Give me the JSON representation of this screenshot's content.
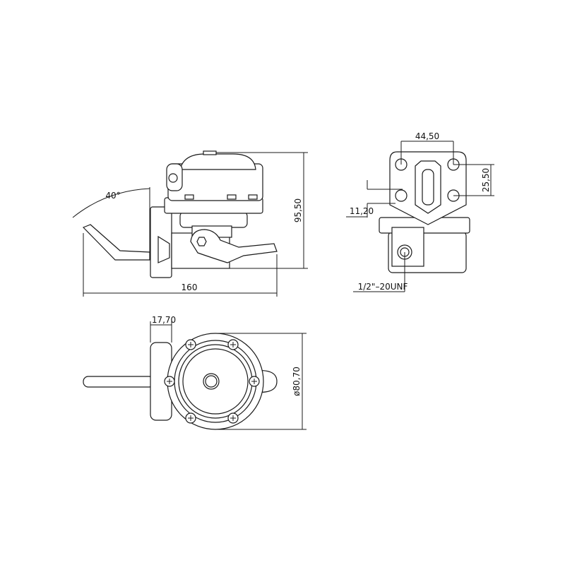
{
  "side_view": {
    "height_dim": "95,50",
    "length_dim": "160",
    "angle_dim": "40°"
  },
  "front_view": {
    "hole_spacing_h": "44,50",
    "hole_spacing_v": "25,50",
    "offset_dim": "11,20",
    "thread_label": "1/2\"–20UNF"
  },
  "bottom_view": {
    "flange_thickness": "17,70",
    "diameter_dim": "ø80,70"
  },
  "colors": {
    "line": "#1a1a1a",
    "background": "#ffffff"
  }
}
